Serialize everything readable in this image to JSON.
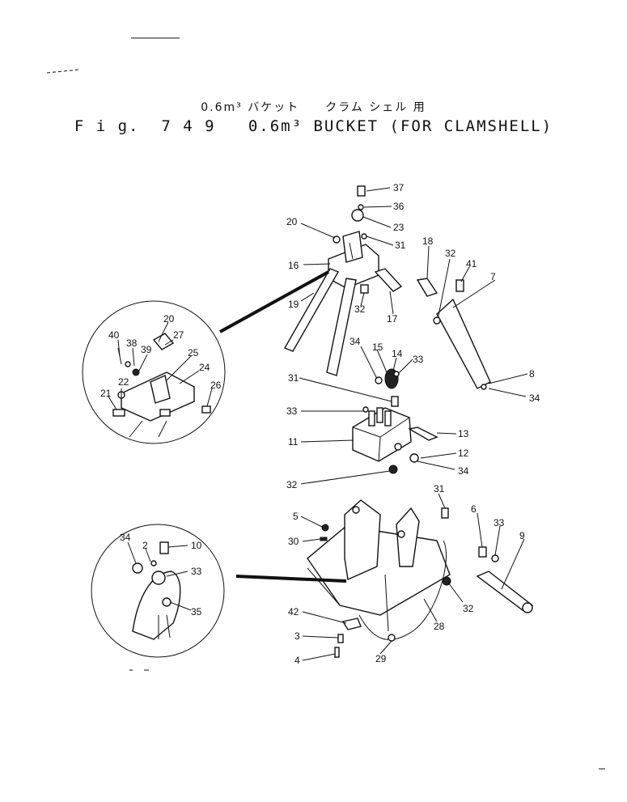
{
  "title_jp": "0.6m³ バケット　　クラム シェル 用",
  "title_en": "F i g.  7 4 9   0.6m³ BUCKET (FOR CLAMSHELL)",
  "labels": {
    "p37": "37",
    "p36": "36",
    "p23": "23",
    "p20": "20",
    "p31a": "31",
    "p18": "18",
    "p32a": "32",
    "p41": "41",
    "p7": "7",
    "p16": "16",
    "p19": "19",
    "p32b": "32",
    "p17": "17",
    "p34a": "34",
    "p15": "15",
    "p14": "14",
    "p33a": "33",
    "p8": "8",
    "p34b": "34",
    "p31b": "31",
    "p33b": "33",
    "p13": "13",
    "p11": "11",
    "p12": "12",
    "p34c": "34",
    "p32c": "32",
    "p31c": "31",
    "p6": "6",
    "p33c": "33",
    "p9": "9",
    "p5": "5",
    "p30": "30",
    "p32d": "32",
    "p42": "42",
    "p28": "28",
    "p3": "3",
    "p29": "29",
    "p4": "4",
    "d1_40": "40",
    "d1_38": "38",
    "d1_39": "39",
    "d1_20": "20",
    "d1_27": "27",
    "d1_25": "25",
    "d1_24": "24",
    "d1_22": "22",
    "d1_21": "21",
    "d1_26": "26",
    "d2_34": "34",
    "d2_2": "2",
    "d2_10": "10",
    "d2_33": "33",
    "d2_35": "35"
  }
}
